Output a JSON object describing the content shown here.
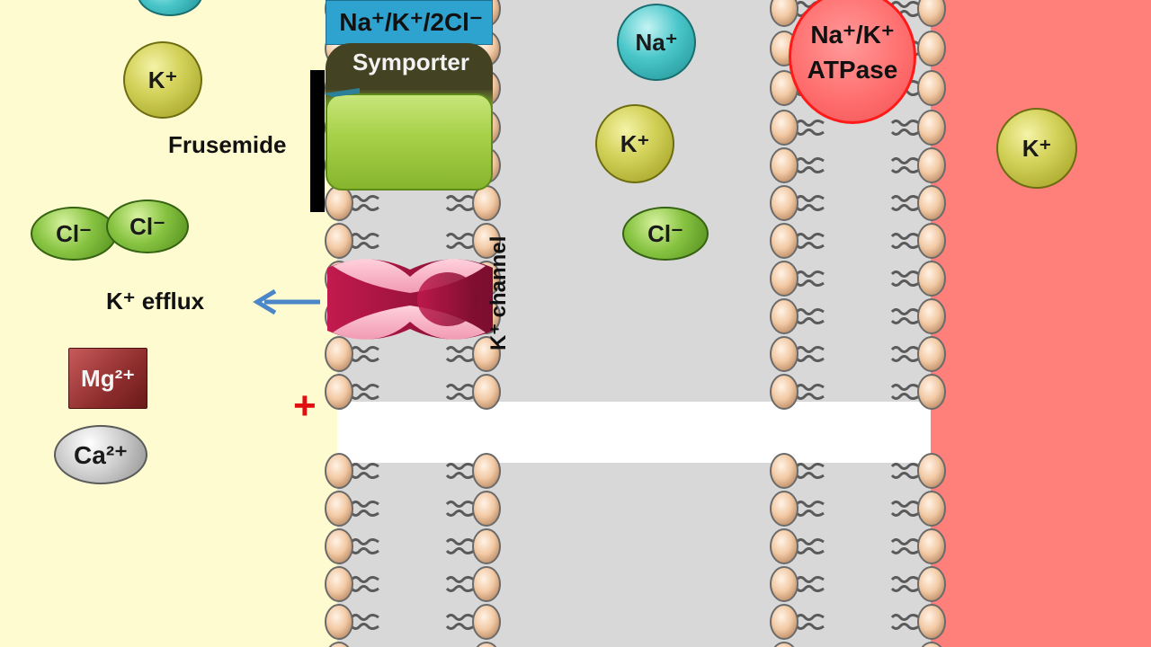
{
  "labels": {
    "symporter_line1": "Na⁺/K⁺/2Cl⁻",
    "symporter_line2": "Symporter",
    "frusemide": "Frusemide",
    "k_efflux": "K⁺ efflux",
    "k_channel": "K⁺ channel",
    "atpase_line1": "Na⁺/K⁺",
    "atpase_line2": "ATPase",
    "plus_sign": "+"
  },
  "ions": {
    "lumen_k": "K⁺",
    "lumen_cl_1": "Cl⁻",
    "lumen_cl_2": "Cl⁻",
    "mg": "Mg²⁺",
    "ca": "Ca²⁺",
    "cell_na": "Na⁺",
    "cell_k": "K⁺",
    "cell_cl": "Cl⁻",
    "interstitial_k": "K⁺"
  },
  "colors": {
    "lumen": "#fffbd0",
    "cell": "#d8d8d8",
    "interstitium": "#ff7f7a",
    "arrow": "#4a86c8",
    "plus": "#e01010"
  }
}
